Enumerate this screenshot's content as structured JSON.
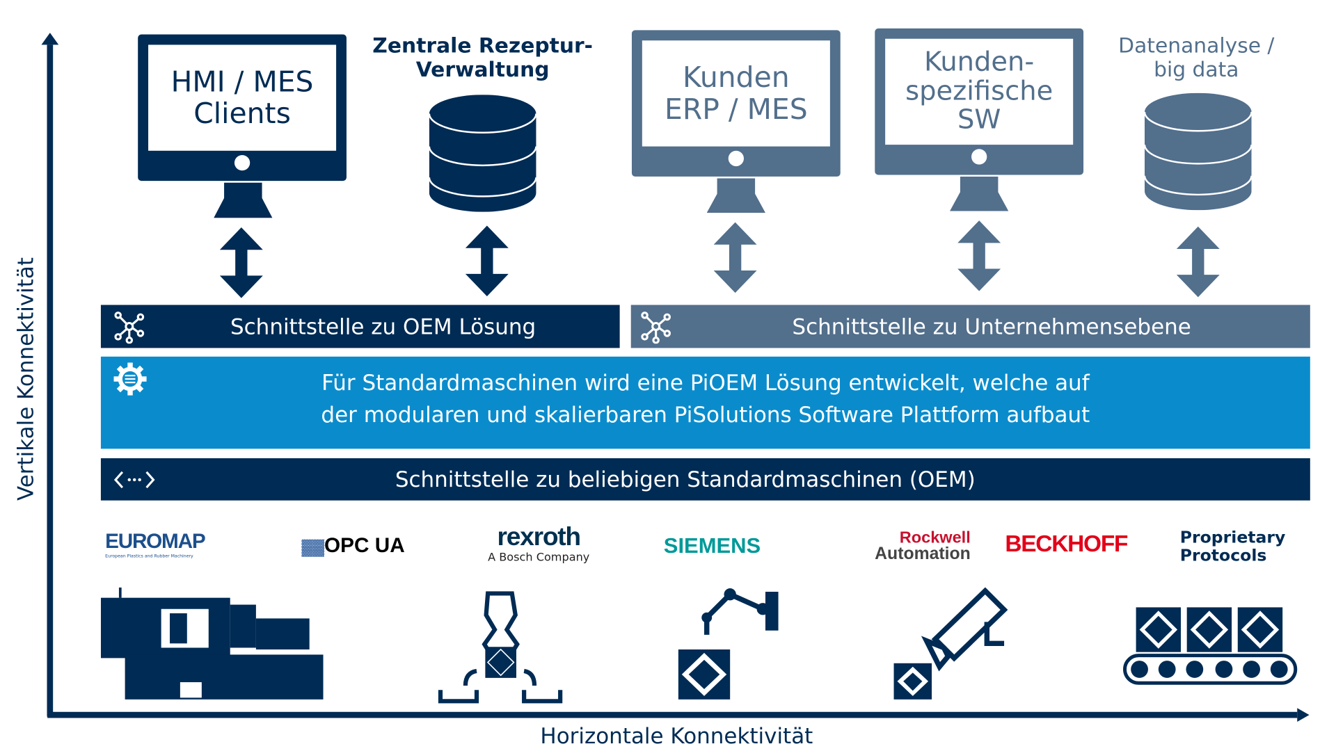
{
  "axes": {
    "vertical": "Vertikale Konnektivität",
    "horizontal": "Horizontale Konnektivität"
  },
  "top_systems": [
    {
      "label": "HMI / MES\nClients",
      "type": "monitor",
      "color": "#002b54"
    },
    {
      "label": "Zentrale Rezeptur-\nVerwaltung",
      "type": "database",
      "color": "#002b54"
    },
    {
      "label": "Kunden\nERP / MES",
      "type": "monitor",
      "color": "#526f8c"
    },
    {
      "label": "Kunden-\nspezifische\nSW",
      "type": "monitor",
      "color": "#526f8c"
    },
    {
      "label": "Datenanalyse /\nbig data",
      "type": "database",
      "color": "#526f8c"
    }
  ],
  "interfaces": {
    "oem": "Schnittstelle zu OEM Lösung",
    "enterprise": "Schnittstelle zu Unternehmensebene",
    "platform_line1": "Für Standardmaschinen wird eine PiOEM Lösung entwickelt, welche auf",
    "platform_line2": "der modularen und skalierbaren PiSolutions Software Plattform aufbaut",
    "machines": "Schnittstelle zu beliebigen Standardmaschinen (OEM)"
  },
  "logos": {
    "euromap": "EUROMAP",
    "euromap_sub": "European Plastics and Rubber Machinery",
    "opcua": "OPC UA",
    "rexroth": "rexroth",
    "rexroth_sub": "A Bosch Company",
    "siemens": "SIEMENS",
    "rockwell1": "Rockwell",
    "rockwell2": "Automation",
    "beckhoff": "BECKHOFF",
    "proprietary1": "Proprietary",
    "proprietary2": "Protocols"
  },
  "colors": {
    "navy": "#002b54",
    "slate": "#526f8c",
    "blue": "#0a8ccc"
  }
}
